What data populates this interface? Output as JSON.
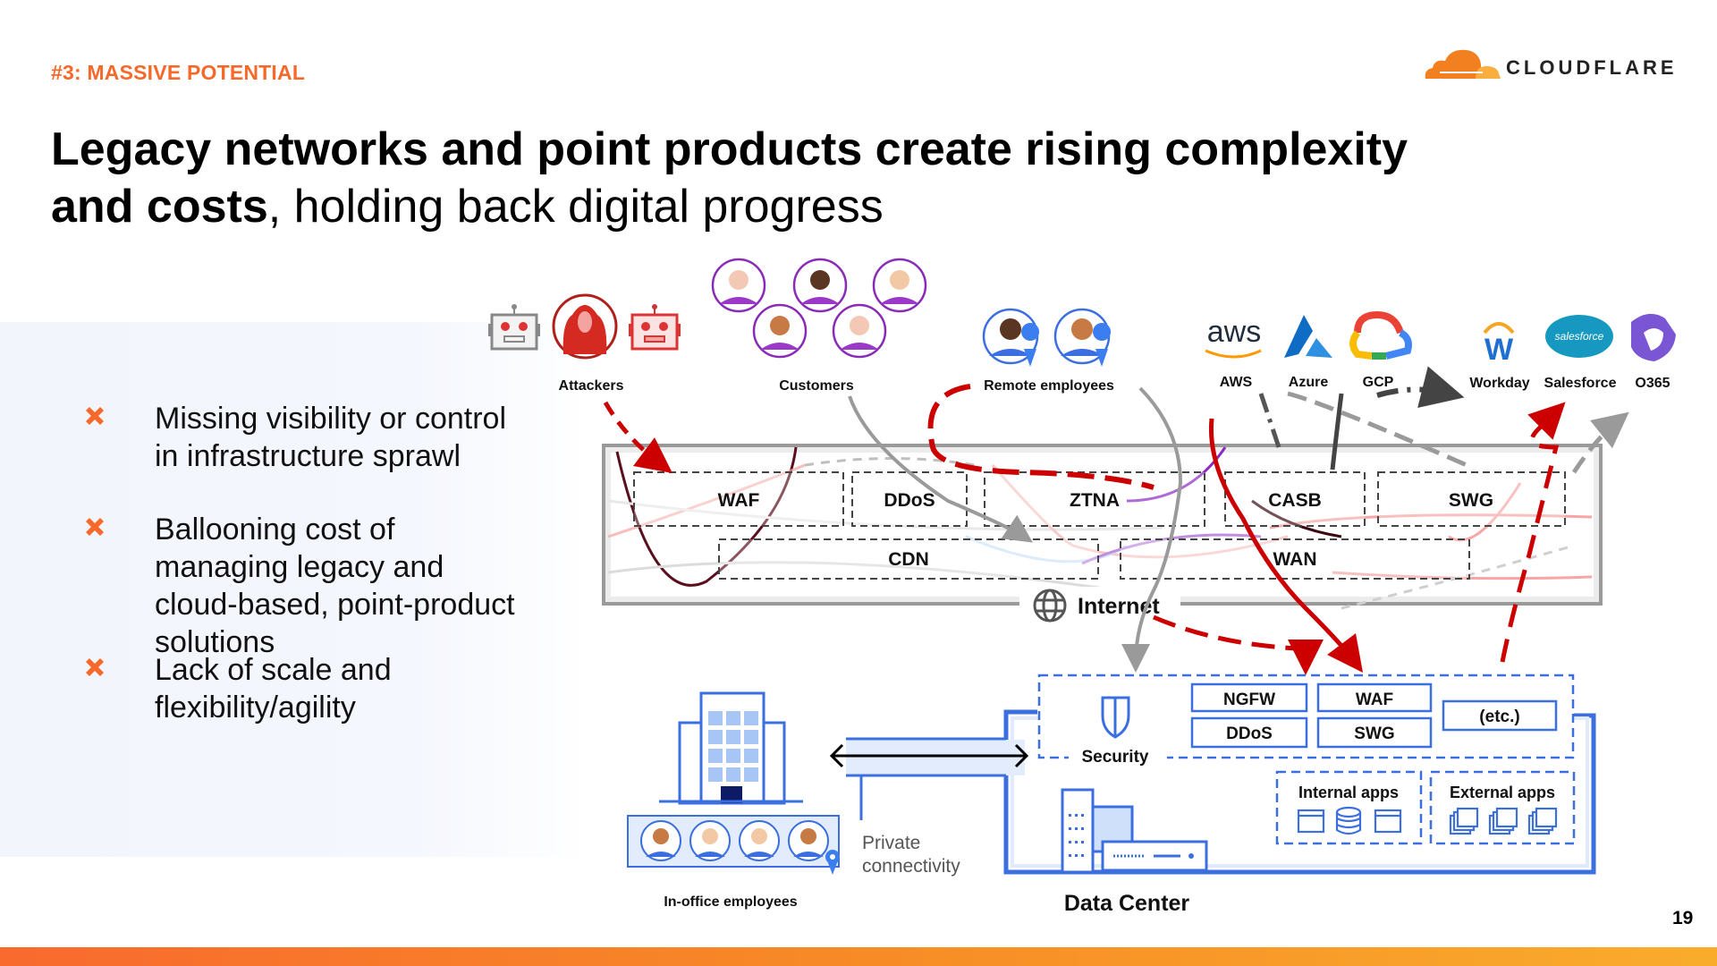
{
  "header": {
    "section_label": "#3: MASSIVE POTENTIAL",
    "title_bold": "Legacy networks and point products create rising complexity and costs",
    "title_light": ", holding back digital progress",
    "logo_text": "CLOUDFLARE"
  },
  "bullets": [
    {
      "icon": "x-mark-icon",
      "text": "Missing visibility or control in infrastructure sprawl"
    },
    {
      "icon": "x-mark-icon",
      "text": "Ballooning cost of managing legacy and cloud-based, point-product solutions"
    },
    {
      "icon": "x-mark-icon",
      "text": "Lack of scale and flexibility/agility"
    }
  ],
  "diagram": {
    "actors": {
      "attackers": "Attackers",
      "customers": "Customers",
      "remote_employees": "Remote employees"
    },
    "clouds": [
      {
        "name": "AWS",
        "logo_text": "aws"
      },
      {
        "name": "Azure"
      },
      {
        "name": "GCP"
      }
    ],
    "saas": [
      {
        "name": "Workday",
        "logo_text": "W"
      },
      {
        "name": "Salesforce",
        "logo_text": "salesforce"
      },
      {
        "name": "O365"
      }
    ],
    "internet": {
      "label": "Internet",
      "boxes": [
        "WAF",
        "DDoS",
        "ZTNA",
        "CASB",
        "SWG",
        "CDN",
        "WAN"
      ]
    },
    "data_center": {
      "label": "Data Center",
      "security_label": "Security",
      "security_boxes": [
        "NGFW",
        "WAF",
        "DDoS",
        "SWG",
        "(etc.)"
      ],
      "internal_apps": "Internal apps",
      "external_apps": "External apps"
    },
    "office": {
      "label": "In-office employees",
      "private_connectivity": "Private connectivity"
    }
  },
  "colors": {
    "accent_orange": "#f6692b",
    "attack_red": "#cc0000",
    "dc_blue": "#3b6fe0",
    "customer_purple": "#8a2bb8"
  },
  "footer": {
    "slide_number": "19"
  }
}
